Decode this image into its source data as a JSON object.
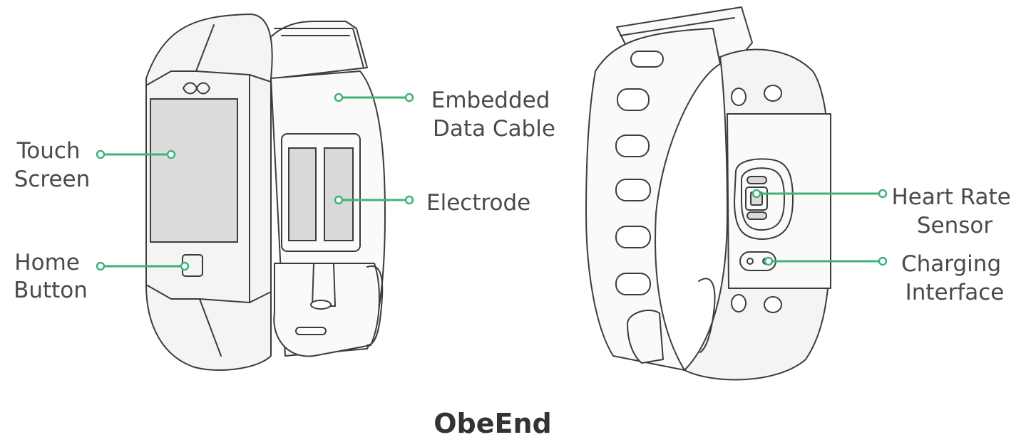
{
  "brand": "ObeEnd",
  "callouts": {
    "touch_screen": [
      "Touch",
      "Screen"
    ],
    "home_button": [
      "Home",
      "Button"
    ],
    "embedded_data_cable": [
      "Embedded",
      "Data Cable"
    ],
    "electrode": [
      "Electrode"
    ],
    "heart_rate_sensor": [
      "Heart Rate",
      "Sensor"
    ],
    "charging_interface": [
      "Charging",
      "Interface"
    ]
  },
  "colors": {
    "leader_line": "#3fb27a",
    "outline": "#3c3c3c",
    "screen_fill": "#dcdcdc"
  },
  "icons": [
    "infinity-logo-icon",
    "home-button-icon"
  ]
}
